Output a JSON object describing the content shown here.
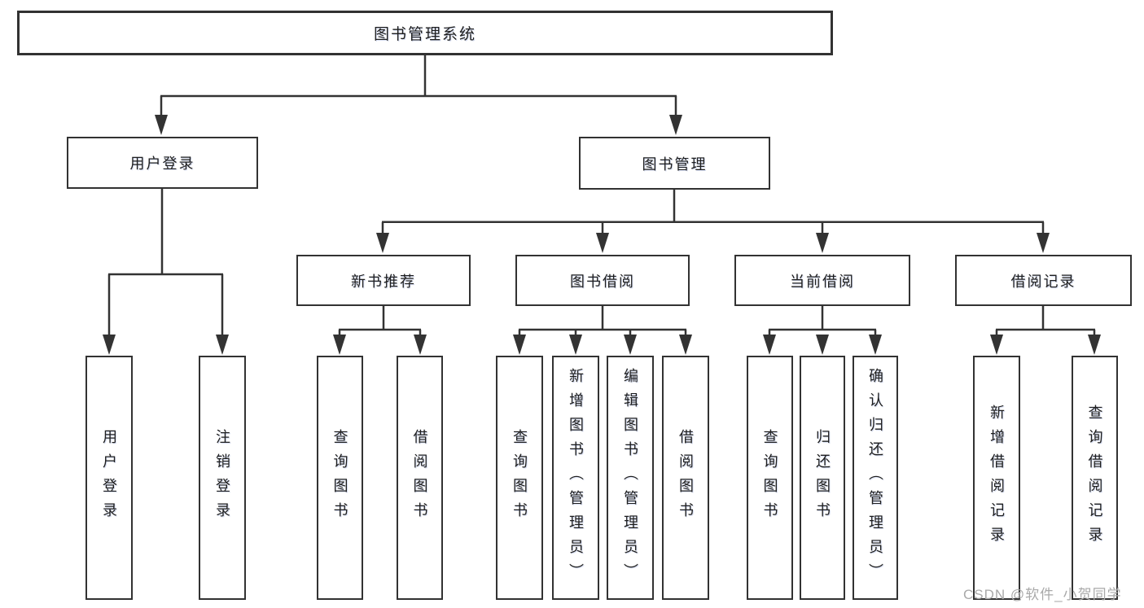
{
  "diagram": {
    "title": "图书管理系统",
    "line_color": "#333333",
    "text_color": "#1f1f1f",
    "watermark": "CSDN @软件_小贺同学",
    "nodes": {
      "root": {
        "label": "图书管理系统",
        "level": 0
      },
      "user_login": {
        "label": "用户登录",
        "level": 1
      },
      "book_mgmt": {
        "label": "图书管理",
        "level": 1
      },
      "new_rec": {
        "label": "新书推荐",
        "level": 2,
        "parent": "图书管理"
      },
      "borrow": {
        "label": "图书借阅",
        "level": 2,
        "parent": "图书管理"
      },
      "current": {
        "label": "当前借阅",
        "level": 2,
        "parent": "图书管理"
      },
      "records": {
        "label": "借阅记录",
        "level": 2,
        "parent": "图书管理"
      },
      "u1": {
        "label": "用户登录",
        "parent": "用户登录"
      },
      "u2": {
        "label": "注销登录",
        "parent": "用户登录"
      },
      "r1": {
        "label": "查询图书",
        "parent": "新书推荐"
      },
      "r2": {
        "label": "借阅图书",
        "parent": "新书推荐"
      },
      "b1": {
        "label": "查询图书",
        "parent": "图书借阅"
      },
      "b2": {
        "label": "新增图书（管理员）",
        "parent": "图书借阅"
      },
      "b3": {
        "label": "编辑图书（管理员）",
        "parent": "图书借阅"
      },
      "b4": {
        "label": "借阅图书",
        "parent": "图书借阅"
      },
      "c1": {
        "label": "查询图书",
        "parent": "当前借阅"
      },
      "c2": {
        "label": "归还图书",
        "parent": "当前借阅"
      },
      "c3": {
        "label": "确认归还（管理员）",
        "parent": "当前借阅"
      },
      "j1": {
        "label": "新增借阅记录",
        "parent": "借阅记录"
      },
      "j2": {
        "label": "查询借阅记录",
        "parent": "借阅记录"
      }
    }
  }
}
